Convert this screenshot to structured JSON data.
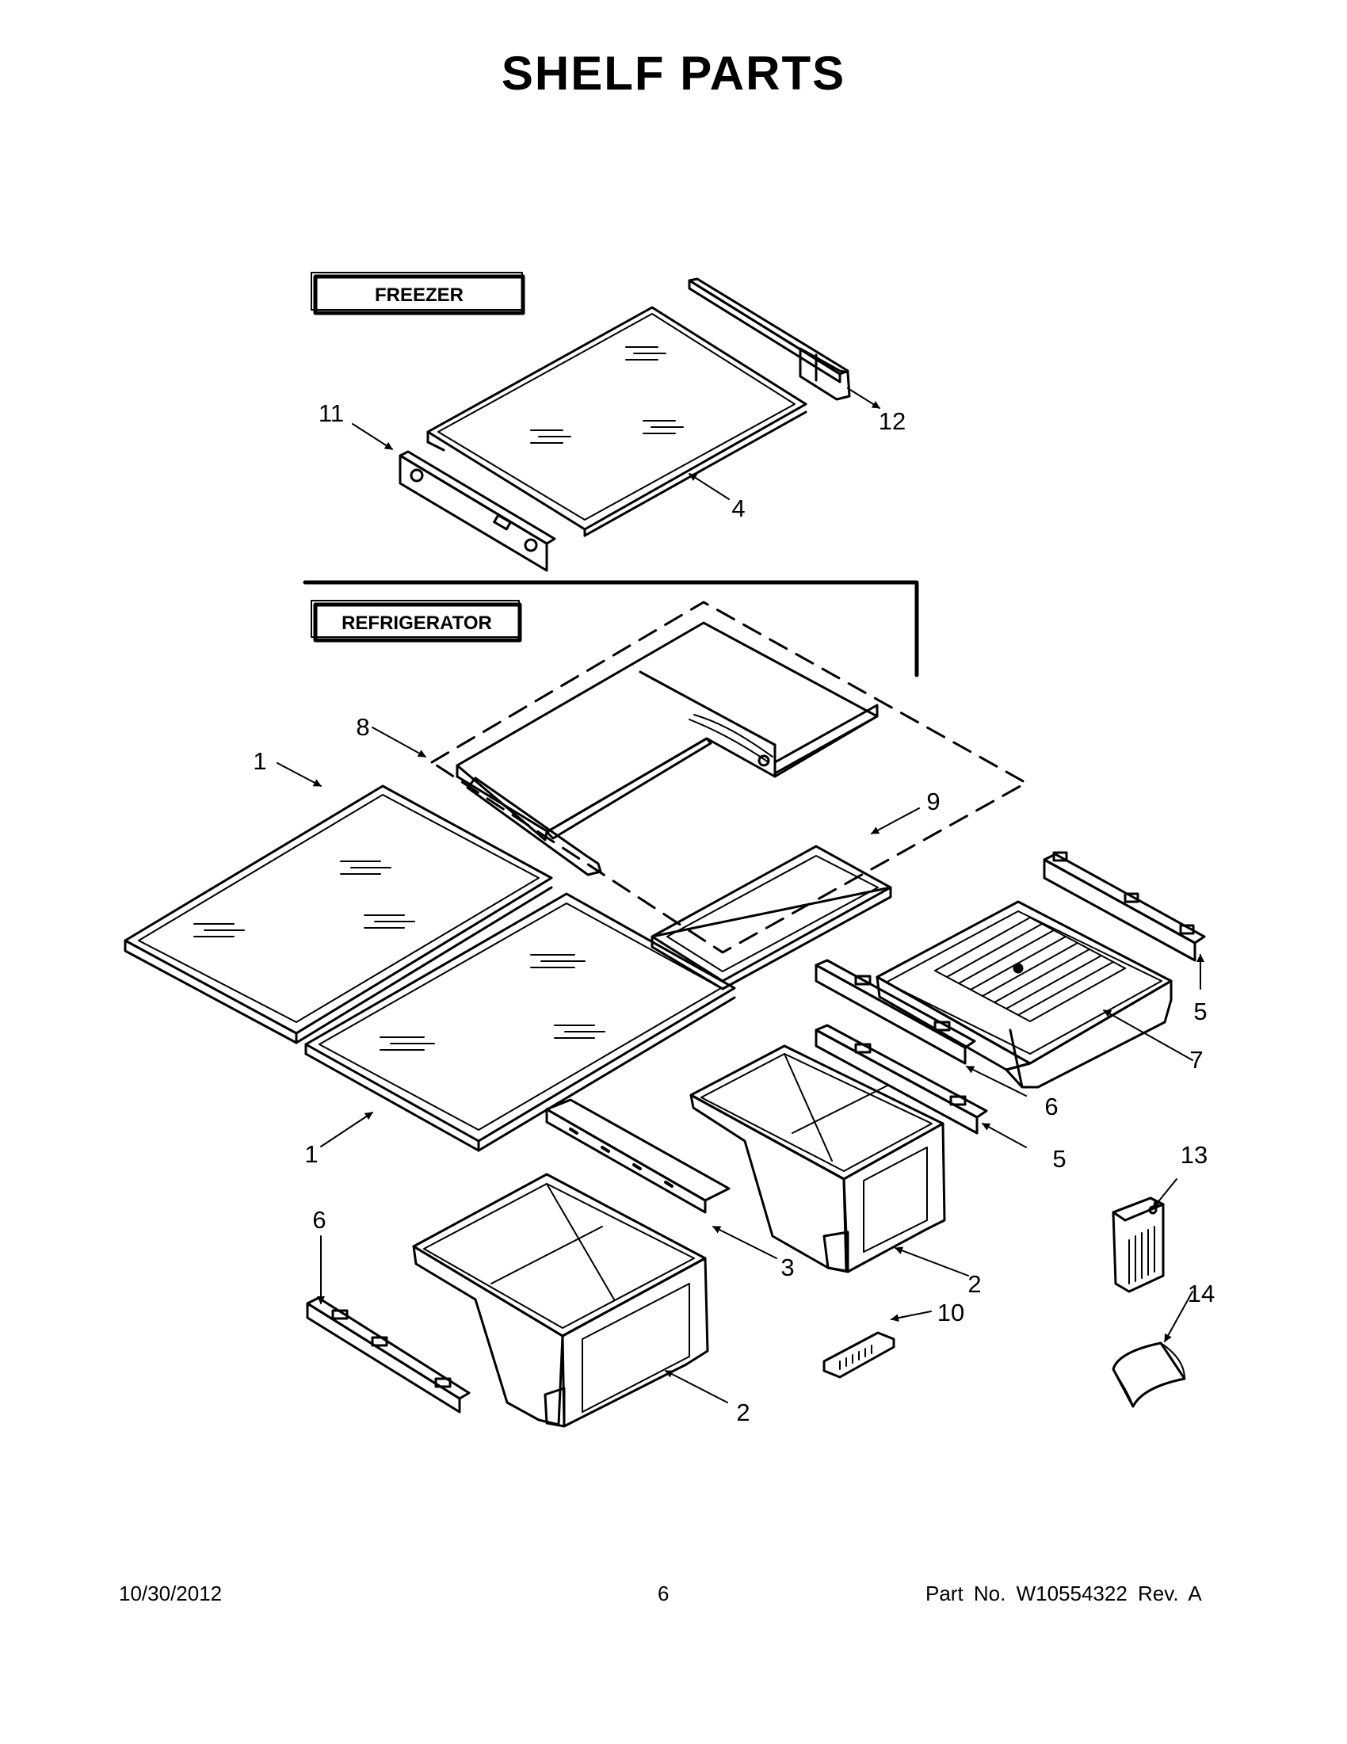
{
  "title": "SHELF PARTS",
  "sections": {
    "freezer": "FREEZER",
    "refrigerator": "REFRIGERATOR"
  },
  "callouts": {
    "c1a": "1",
    "c1b": "1",
    "c2a": "2",
    "c2b": "2",
    "c3": "3",
    "c4": "4",
    "c5a": "5",
    "c5b": "5",
    "c6a": "6",
    "c6b": "6",
    "c7": "7",
    "c8": "8",
    "c9": "9",
    "c10": "10",
    "c11": "11",
    "c12": "12",
    "c13": "13",
    "c14": "14"
  },
  "footer": {
    "date": "10/30/2012",
    "page": "6",
    "part": "Part No.  W10554322  Rev.  A"
  }
}
